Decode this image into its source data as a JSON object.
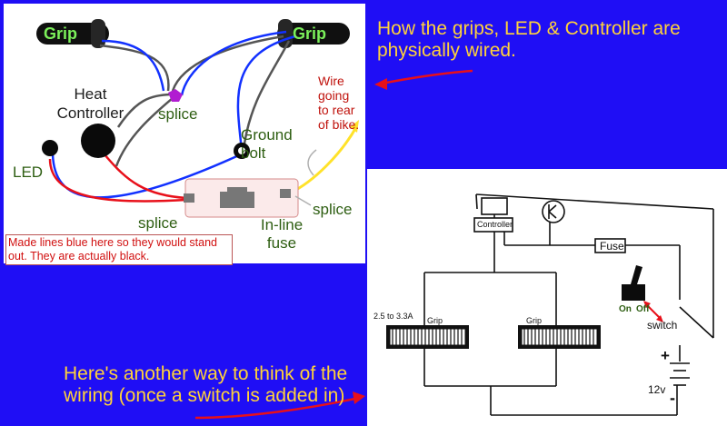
{
  "captions": {
    "top": "How the grips, LED & Controller are physically wired.",
    "bottom": "Here's another way to think of the wiring (once a switch is added in)"
  },
  "physical": {
    "grip_left": "Grip",
    "grip_right": "Grip",
    "heat_controller": "Heat Controller",
    "splice_top": "splice",
    "ground_bolt": "Ground bolt",
    "wire_note": "Wire going to rear of bike.",
    "led": "LED",
    "splice_left": "splice",
    "splice_right": "splice",
    "fuse": "In-line fuse",
    "note": "Made lines blue here so they would stand out.  They are actually black."
  },
  "schematic": {
    "controller": "Controller",
    "fuse": "Fuse",
    "range": "2.5 to 3.3A",
    "grip_left": "Grip",
    "grip_right": "Grip",
    "on": "On",
    "off": "Off",
    "switch": "switch",
    "battery": "12v",
    "plus": "+",
    "minus": "-"
  },
  "colors": {
    "background": "#1f0ef5",
    "caption": "#ffd23a",
    "arrow": "#e8101a"
  }
}
